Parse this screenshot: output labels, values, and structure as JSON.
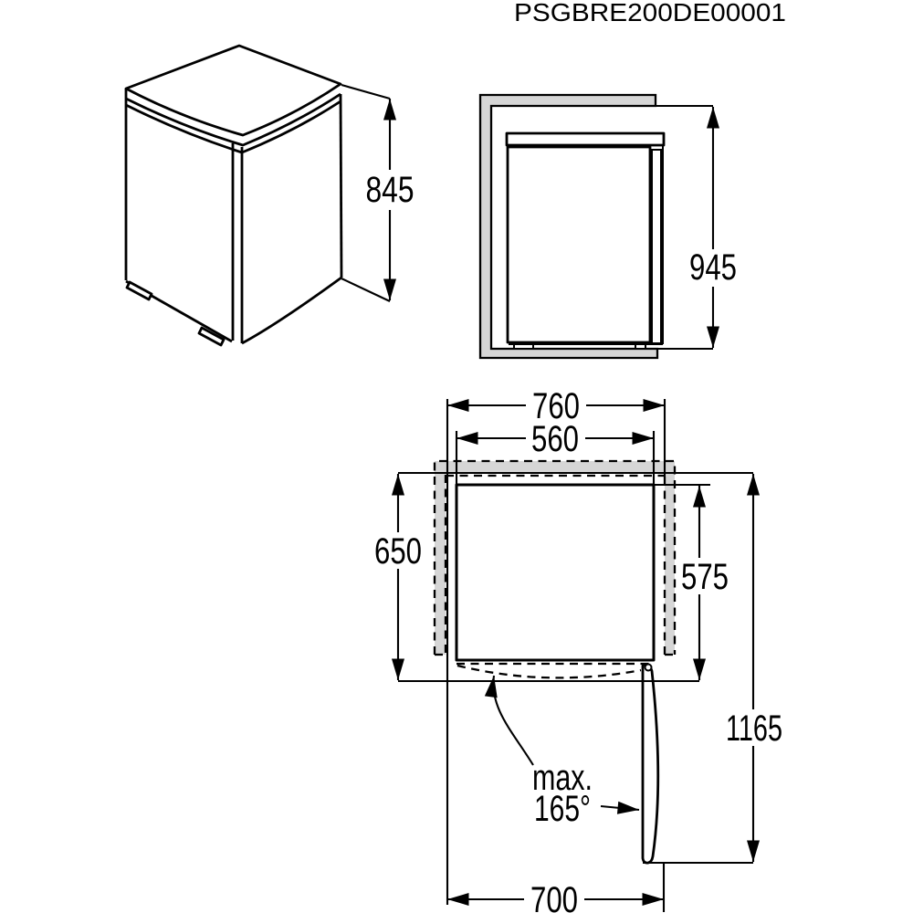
{
  "title": "PSGBRE200DE00001",
  "iso_view": {
    "height": "845"
  },
  "front_view": {
    "niche_height": "945"
  },
  "plan_view": {
    "niche_width": "760",
    "appliance_width": "560",
    "niche_depth": "650",
    "appliance_depth": "575",
    "depth_door_open": "1165",
    "width_door_open": "700",
    "door_angle_prefix": "max.",
    "door_angle": "165°"
  },
  "colors": {
    "line": "#000000",
    "counter_fill": "#d6d6d6",
    "background": "#ffffff"
  }
}
